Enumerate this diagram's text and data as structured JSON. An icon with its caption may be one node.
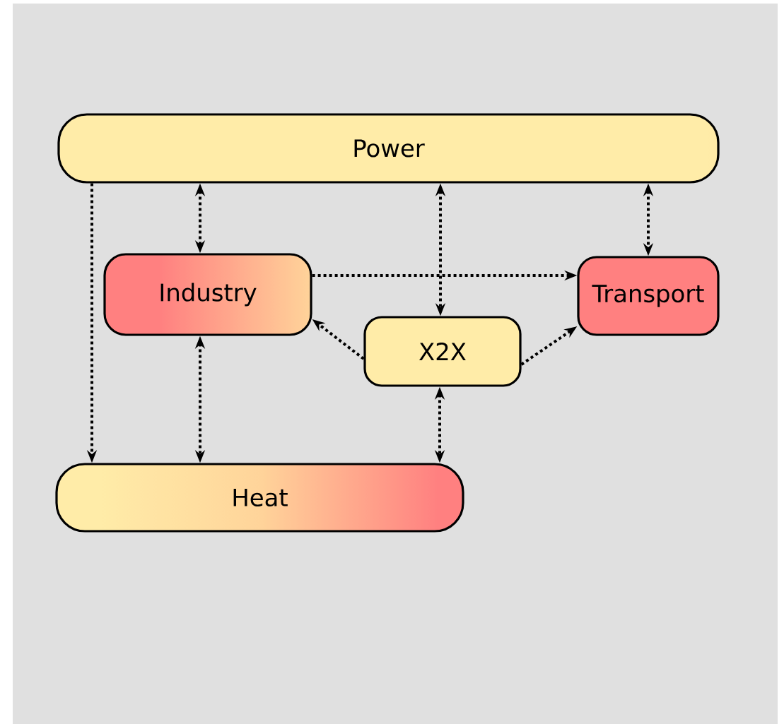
{
  "diagram": {
    "nodes": [
      {
        "text": [
          "Power"
        ]
      },
      {
        "text": [
          "Industry"
        ]
      },
      {
        "text": [
          "Transport"
        ]
      },
      {
        "text": [
          "X2X"
        ]
      },
      {
        "text": [
          "Heat"
        ]
      }
    ],
    "edges": [
      {
        "from": 0,
        "to": 1,
        "arrow": "both"
      },
      {
        "from": 0,
        "to": 3,
        "arrow": "both"
      },
      {
        "from": 0,
        "to": 2,
        "arrow": "both"
      },
      {
        "from": 0,
        "to": 4,
        "arrow": "to"
      },
      {
        "from": 1,
        "to": 2,
        "arrow": "to"
      },
      {
        "from": 3,
        "to": 1,
        "arrow": "to"
      },
      {
        "from": 3,
        "to": 2,
        "arrow": "to"
      },
      {
        "from": 1,
        "to": 4,
        "arrow": "both"
      },
      {
        "from": 3,
        "to": 4,
        "arrow": "both"
      }
    ]
  }
}
